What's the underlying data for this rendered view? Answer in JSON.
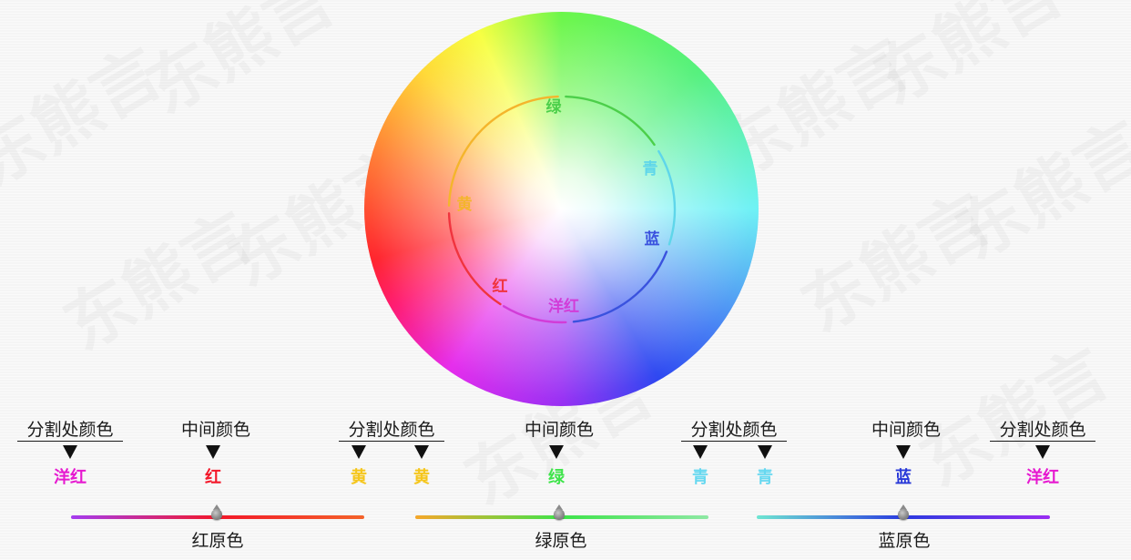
{
  "watermark": "东熊言",
  "wheel": {
    "labels": {
      "green": "绿",
      "cyan": "青",
      "blue": "蓝",
      "magenta": "洋红",
      "red": "红",
      "yellow": "黄"
    }
  },
  "legend": {
    "divider_header": "分割处颜色",
    "middle_header": "中间颜色",
    "columns": [
      {
        "label": "洋红",
        "color": "#e619d0"
      },
      {
        "label": "红",
        "color": "#f3182a"
      },
      {
        "label": "黄",
        "color": "#f5c61c"
      },
      {
        "label": "黄",
        "color": "#f5c61c"
      },
      {
        "label": "绿",
        "color": "#3ee44a"
      },
      {
        "label": "青",
        "color": "#66d8f0"
      },
      {
        "label": "青",
        "color": "#66d8f0"
      },
      {
        "label": "蓝",
        "color": "#2838d8"
      },
      {
        "label": "洋红",
        "color": "#e619d0"
      }
    ],
    "bars": [
      {
        "label": "红原色",
        "from_color": "#a43cf0",
        "mid_color": "#f3182a",
        "to_color": "#f4632a"
      },
      {
        "label": "绿原色",
        "from_color": "#f6a72a",
        "mid_color": "#3ee44a",
        "to_color": "#8ee8a4"
      },
      {
        "label": "蓝原色",
        "from_color": "#6ee6d2",
        "mid_color": "#2a3be0",
        "to_color": "#9a2df2"
      }
    ]
  },
  "colors": {
    "ring_green": "#4ccf4a",
    "ring_cyan": "#5fd6ea",
    "ring_blue": "#3a52de",
    "ring_magenta": "#d23cd8",
    "ring_red": "#f0343e",
    "ring_yellow": "#f4b52c"
  }
}
